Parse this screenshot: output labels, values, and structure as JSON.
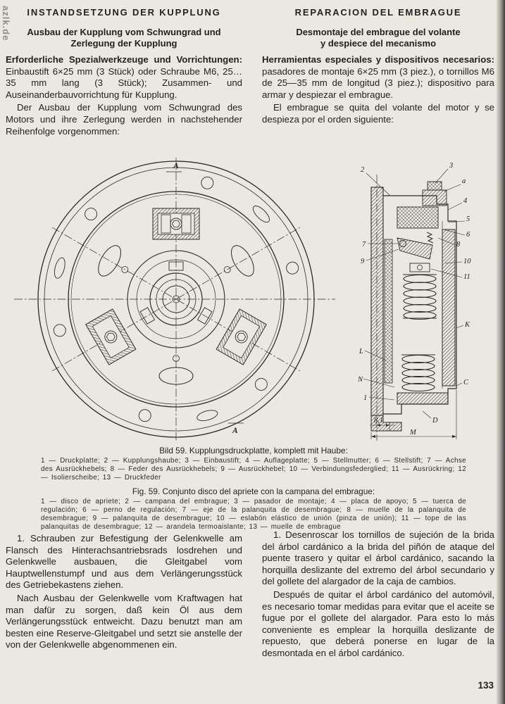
{
  "page": {
    "watermark": "azlk.de",
    "page_number": "133"
  },
  "de": {
    "title": "INSTANDSETZUNG DER KUPPLUNG",
    "subtitle": "Ausbau der Kupplung vom Schwungrad und\nZerlegung der Kupplung",
    "tools_lead": "Erforderliche Spezialwerkzeuge und Vorrichtungen:",
    "tools_body": " Einbaustift 6×25 mm (3 Stück) oder Schraube M6, 25…35 mm lang (3 Stück); Zusammen- und Auseinanderbauvorrichtung für Kupplung.",
    "intro": "Der Ausbau der Kupplung vom Schwungrad des Motors und ihre Zerlegung werden in nachstehender Reihenfolge vorgenommen:",
    "step1": "1. Schrauben zur Befestigung der Gelenkwelle am Flansch des Hinterachsantriebsrads losdrehen und Gelenkwelle ausbauen, die Gleitgabel vom Hauptwellenstumpf und aus dem Verlängerungsstück des Getriebekastens ziehen.",
    "step1_note": "Nach Ausbau der Gelenkwelle vom Kraftwagen hat man dafür zu sorgen, daß kein Öl aus dem Verlängerungsstück entweicht. Dazu benutzt man am besten eine Reserve-Gleitgabel und setzt sie anstelle der von der Gelenkwelle abgenommenen ein."
  },
  "es": {
    "title": "REPARACION DEL EMBRAGUE",
    "subtitle": "Desmontaje del embrague del volante\ny despiece del mecanismo",
    "tools_lead": "Herramientas especiales y dispositivos necesarios:",
    "tools_body": " pasadores de montaje 6×25 mm (3 piez.), o tornillos M6 de 25—35 mm de longitud (3 piez.); dispositivo para armar y despiezar el embrague.",
    "intro": "El embrague se quita del volante del motor y se despieza por el orden siguiente:",
    "step1": "1. Desenroscar los tornillos de sujeción de la brida del árbol cardánico a la brida del piñón de ataque del puente trasero y quitar el árbol cardánico, sacando la horquilla deslizante del extremo del árbol secundario y del gollete del alargador de la caja de cambios.",
    "step1_note": "Después de quitar el árbol cardánico del automóvil, es necesario tomar medidas para evitar que el aceite se fugue por el gollete del alargador. Para esto lo más conveniente es emplear la horquilla deslizante de repuesto, que deberá ponerse en lugar de la desmontada en el árbol cardánico."
  },
  "figure": {
    "caption_de_title": "Bild 59. Kupplungsdruckplatte, komplett mit Haube:",
    "caption_de_legend": "1 — Druckplatte; 2 — Kupplungshaube; 3 — Einbaustift; 4 — Auflageplatte; 5 — Stellmutter; 6 — Stellstift; 7 — Achse des Ausrückhebels; 8 — Feder des Ausrückhebels; 9 — Ausrückhebel; 10 — Verbindungsfederglied; 11 — Ausrückring; 12 — Isolierscheibe; 13 — Druckfeder",
    "caption_es_title": "Fig. 59. Conjunto disco del apriete con la campana del embrague:",
    "caption_es_legend": "1 — disco de apriete; 2 — campana del embrague; 3 — pasador de montaje; 4 — placa de apoyo; 5 — tuerca de regulación; 6 — perno de regulación; 7 — eje de la palanquita de desembrague; 8 — muelle de la palanquita de desembrague; 9 — palanquita de desembrague; 10 — eslabón elástico de unión (pinza de unión); 11 — tope de las palanquitas de desembrague; 12 — arandela termoaislante; 13 — muelle de embrague",
    "callouts": {
      "a_top": "A",
      "a_bottom": "A",
      "n1": "1",
      "n2": "2",
      "n3": "3",
      "na": "a",
      "n4": "4",
      "n5": "5",
      "n6": "6",
      "n7": "7",
      "n8": "8",
      "n9": "9",
      "n10": "10",
      "n11": "11",
      "nK": "K",
      "nL": "L",
      "nN": "N",
      "nC": "C",
      "nD": "D",
      "dim_small": "8,1",
      "dim_m": "M"
    }
  }
}
